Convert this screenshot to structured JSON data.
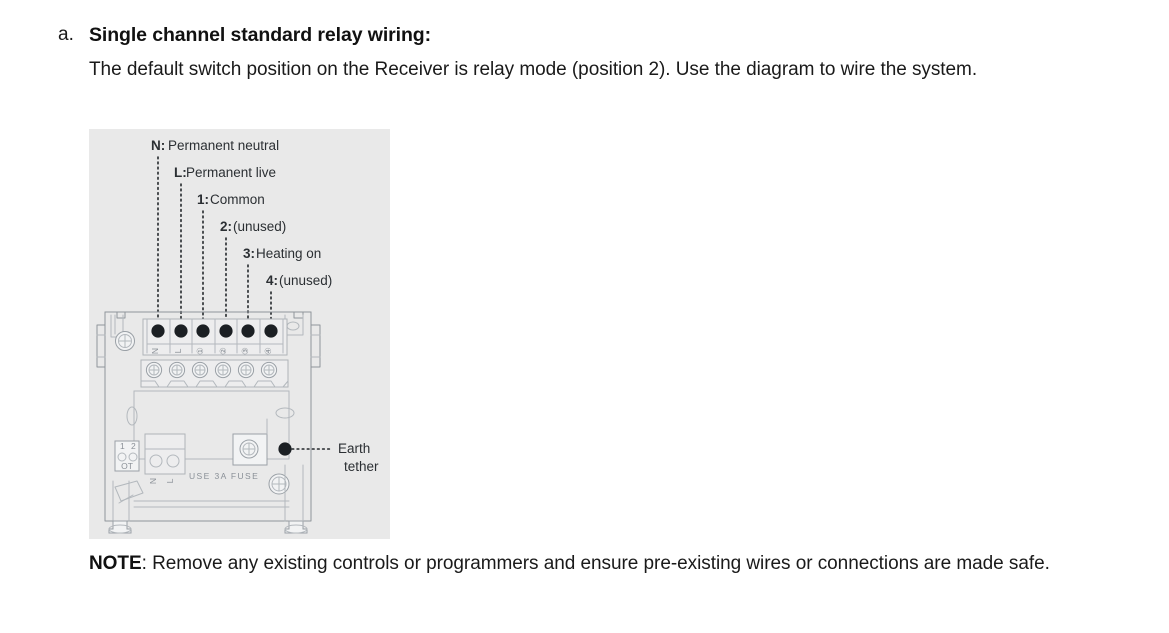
{
  "step": {
    "marker": "a.",
    "title": "Single channel standard relay wiring:",
    "body": "The default switch position on the Receiver is relay mode (position 2). Use the diagram to wire the system."
  },
  "diagram": {
    "name": "single-channel-standard-relay-wiring-diagram",
    "background_color": "#e9e9e9",
    "terminal_labels": [
      {
        "key": "N",
        "text": "Permanent neutral"
      },
      {
        "key": "L",
        "text": "Permanent live"
      },
      {
        "key": "1",
        "text": "Common"
      },
      {
        "key": "2",
        "text": "(unused)"
      },
      {
        "key": "3",
        "text": "Heating on"
      },
      {
        "key": "4",
        "text": "(unused)"
      }
    ],
    "terminal_marks": [
      "N",
      "L",
      "1",
      "2",
      "3",
      "4"
    ],
    "earth_tether": {
      "line1": "Earth",
      "line2": "tether"
    },
    "fuse_text": "USE 3A FUSE",
    "switch": {
      "pos1": "1",
      "pos2": "2",
      "caption": "OT"
    },
    "neutral_live_marks": {
      "left": "N",
      "right": "L"
    }
  },
  "note": {
    "label": "NOTE",
    "separator": ": ",
    "text": "Remove any existing controls or programmers and ensure pre-existing wires or connections are made safe."
  }
}
